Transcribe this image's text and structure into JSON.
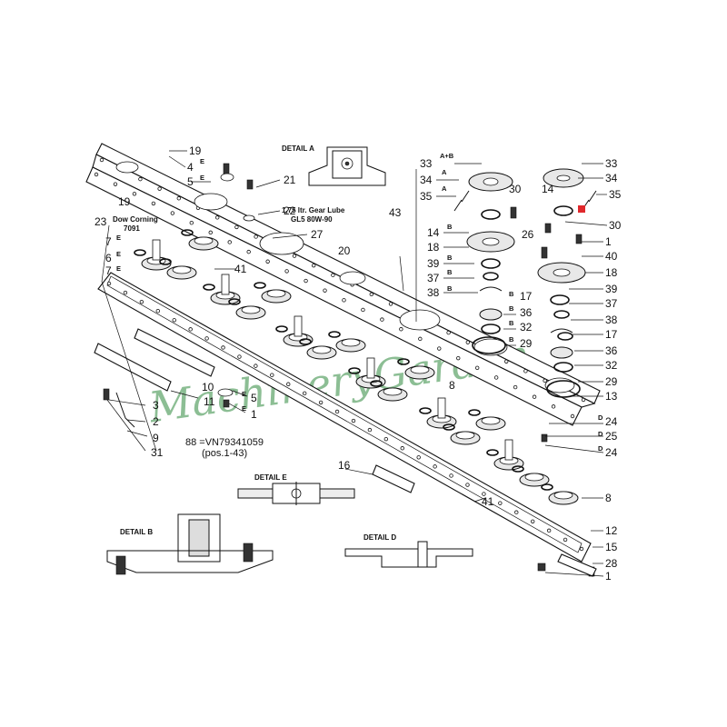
{
  "notes": {
    "detail_a": "DETAIL A",
    "detail_b": "DETAIL B",
    "detail_d": "DETAIL D",
    "detail_e": "DETAIL E",
    "dow_corning_1": "Dow Corning",
    "dow_corning_2": "7091",
    "gear_lube_1": "1,75 ltr. Gear Lube",
    "gear_lube_2": "GL5 80W-90",
    "assembly_1": "88 =VN79341059",
    "assembly_2": "(pos.1-43)",
    "watermark": "MachineryGarden"
  },
  "callouts": {
    "c19a": "19",
    "c4": "4",
    "c5a": "5",
    "c19b": "19",
    "c21": "21",
    "c22": "22",
    "c23": "23",
    "c27": "27",
    "c20": "20",
    "c41a": "41",
    "c7a": "7",
    "c6": "6",
    "c7b": "7",
    "c10": "10",
    "c5b": "5",
    "c1a": "1",
    "c11": "11",
    "c3": "3",
    "c2": "2",
    "c9": "9",
    "c31": "31",
    "c33a": "33",
    "c34a": "34",
    "c35a": "35",
    "c43": "43",
    "c14a": "14",
    "c18a": "18",
    "c39a": "39",
    "c37a": "37",
    "c38a": "38",
    "c30a": "30",
    "c17a": "17",
    "c36a": "36",
    "c32a": "32",
    "c29a": "29",
    "c8a": "8",
    "c14b": "14",
    "c33b": "33",
    "c34b": "34",
    "c35b": "35",
    "c30b": "30",
    "c1b": "1",
    "c40": "40",
    "c26": "26",
    "c18b": "18",
    "c39b": "39",
    "c37b": "37",
    "c38b": "38",
    "c17b": "17",
    "c36b": "36",
    "c32b": "32",
    "c29b": "29",
    "c13": "13",
    "c24a": "24",
    "c25": "25",
    "c24b": "24",
    "c16": "16",
    "c41b": "41",
    "c8b": "8",
    "c12": "12",
    "c15": "15",
    "c28": "28",
    "c1c": "1"
  },
  "tags": {
    "tE1": "E",
    "tE2": "E",
    "tE3": "E",
    "tE4": "E",
    "tE5": "E",
    "tE6": "E",
    "tE7": "E",
    "tAB": "A+B",
    "tA1": "A",
    "tA2": "A",
    "tB1": "B",
    "tB2": "B",
    "tB3": "B",
    "tB4": "B",
    "tB5": "B",
    "tB6": "B",
    "tB7": "B",
    "tB8": "B",
    "tD1": "D",
    "tD2": "D",
    "tD3": "D"
  },
  "marker": {
    "color": "#e0282c"
  }
}
